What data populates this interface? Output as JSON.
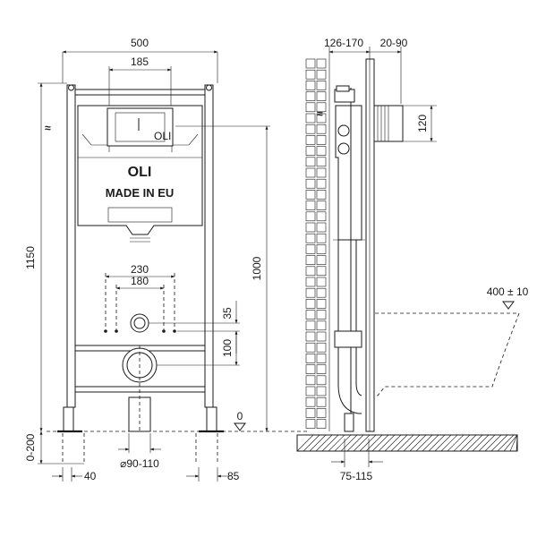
{
  "brand": {
    "logo": "OLI",
    "subtitle": "MADE IN EU"
  },
  "front_view": {
    "frame_width": "500",
    "button_plate_width": "185",
    "frame_height": "1150",
    "water_inlet_symbol": "≈",
    "flush_height": "1000",
    "bolt_outer_spacing": "230",
    "bolt_inner_spacing": "180",
    "bolt_offset_35": "35",
    "bolt_offset_100": "100",
    "drain_diameter": "⌀90-110",
    "foot_adjust": "0-200",
    "foot_offset_left": "40",
    "foot_offset_right": "85",
    "zero_level": "0"
  },
  "side_view": {
    "wall_depth": "126-170",
    "cover_depth": "20-90",
    "inlet_height": "120",
    "water_inlet_symbol": "≈",
    "bowl_height": "400 ± 10",
    "floor_drain_offset": "75-115"
  }
}
